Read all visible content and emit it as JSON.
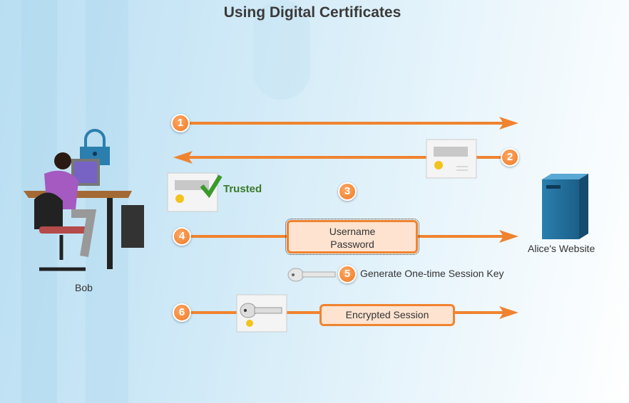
{
  "title": "Using Digital Certificates",
  "colors": {
    "accent": "#f0832f",
    "trusted": "#3a7a2a",
    "box_fill": "#fde3d0"
  },
  "actors": {
    "client": "Bob",
    "server": "Alice's Website"
  },
  "steps": [
    {
      "number": "1"
    },
    {
      "number": "2"
    },
    {
      "number": "3",
      "status": "Trusted"
    },
    {
      "number": "4",
      "line1": "Username",
      "line2": "Password"
    },
    {
      "number": "5",
      "text": "Generate One-time Session Key"
    },
    {
      "number": "6",
      "text": "Encrypted Session"
    }
  ]
}
